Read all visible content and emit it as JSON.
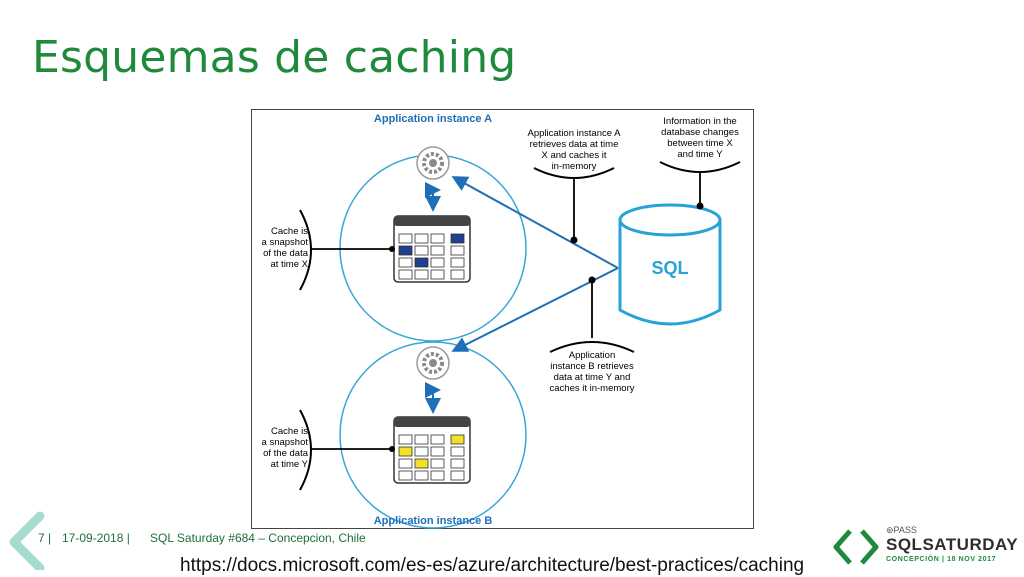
{
  "slide": {
    "title": "Esquemas de caching",
    "page_number": "7",
    "date": "17-09-2018",
    "event": "SQL Saturday #684 – Concepcion, Chile",
    "url": "https://docs.microsoft.com/es-es/azure/architecture/best-practices/caching"
  },
  "diagram": {
    "instance_a_label": "Application instance A",
    "instance_b_label": "Application instance B",
    "db_label": "SQL",
    "note_retrieve_a": [
      "Application instance A",
      "retrieves data at time",
      "X and caches it",
      "in-memory"
    ],
    "note_db_change": [
      "Information in the",
      "database changes",
      "between time X",
      "and time Y"
    ],
    "note_retrieve_b": [
      "Application",
      "instance B retrieves",
      "data at time Y and",
      "caches it in-memory"
    ],
    "note_cache_x": [
      "Cache is",
      "a snapshot",
      "of the data",
      "at time X"
    ],
    "note_cache_y": [
      "Cache is",
      "a snapshot",
      "of the data",
      "at time Y"
    ],
    "colors": {
      "circle": "#3aa6d6",
      "arrow": "#1e6fb5",
      "db": "#29a3d6",
      "cache_x_fill": "#1f3f8f",
      "cache_y_fill": "#f1e12a",
      "gear": "#8a8a8a"
    }
  },
  "logo": {
    "pass": "⊛PASS",
    "name": "SQLSATURDAY",
    "subtitle": "CONCEPCIÓN | 18 NOV 2017"
  }
}
